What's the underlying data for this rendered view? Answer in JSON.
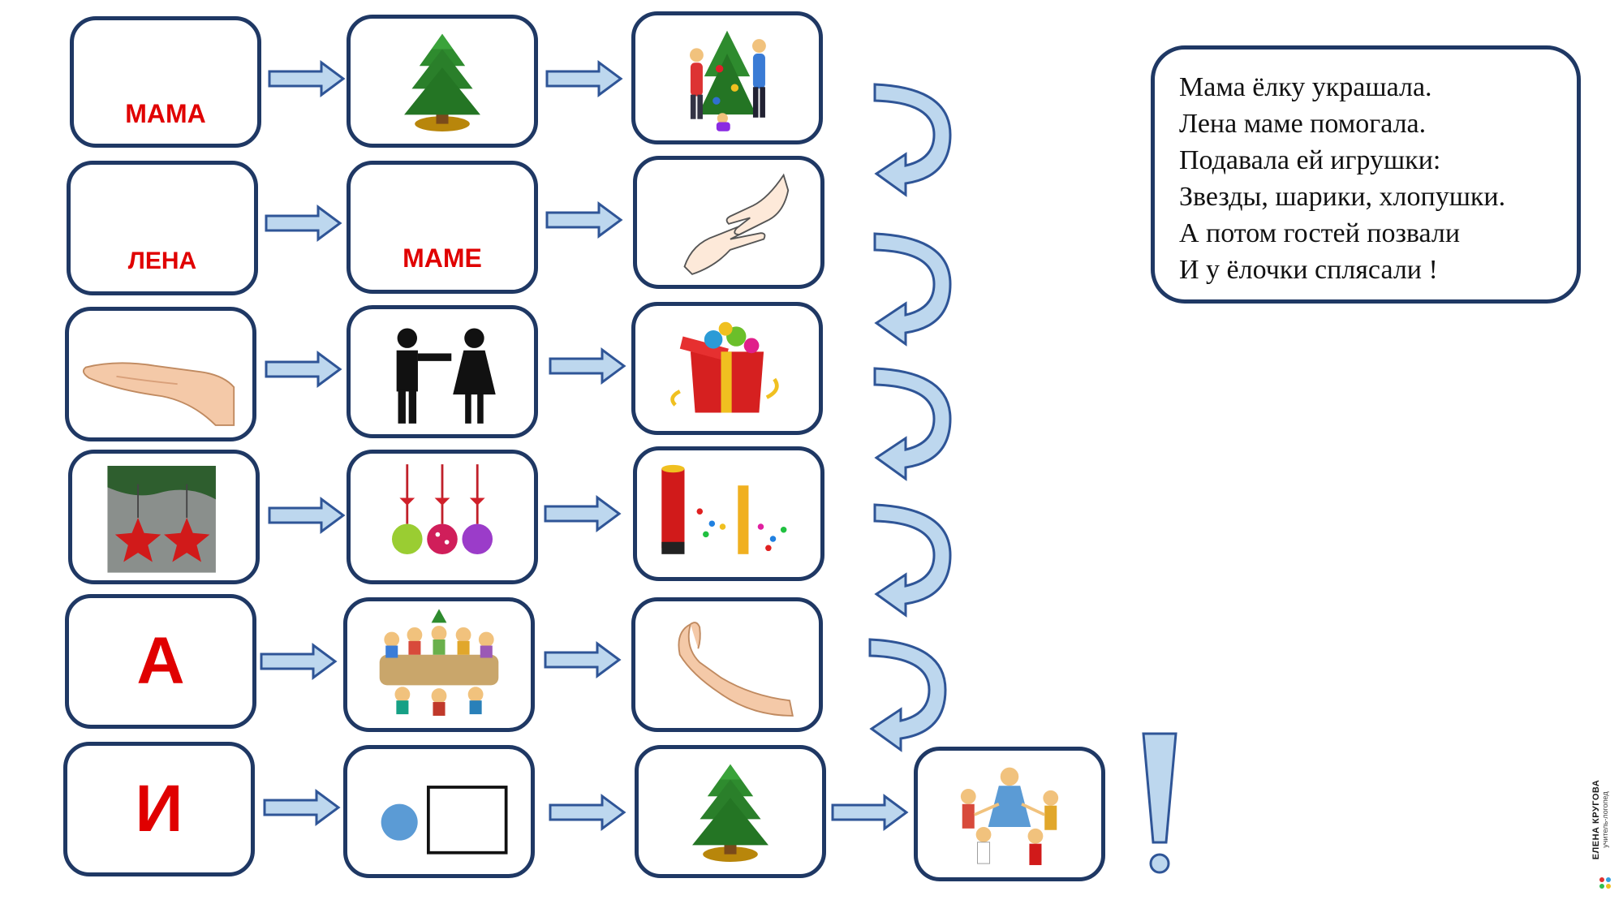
{
  "poem": {
    "lines": [
      "Мама ёлку украшала.",
      "Лена маме помогала.",
      "Подавала ей игрушки:",
      "Звезды, шарики, хлопушки.",
      "А потом гостей позвали",
      "И у ёлочки сплясали !"
    ]
  },
  "cards": {
    "r1c1": "МАМА",
    "r2c1": "ЛЕНА",
    "r2c2": "МАМЕ",
    "r5c1": "А",
    "r6c1": "И"
  },
  "pictures": {
    "r1c2": "christmas-tree",
    "r1c3": "family-decorating-tree",
    "r2c3": "hands-passing",
    "r3c1": "open-palm-hand",
    "r3c2": "person-pointing-to-woman",
    "r3c3": "gift-box-with-ornaments",
    "r4c1": "red-star-ornaments",
    "r4c2": "christmas-balls",
    "r4c3": "party-poppers",
    "r5c2": "guests-at-table",
    "r5c3": "beckoning-hand",
    "r6c2": "circle-and-square",
    "r6c3": "christmas-tree",
    "r6c4": "children-dancing"
  },
  "mark": "!",
  "credit": {
    "name": "ЕЛЕНА КРУГОВА",
    "sub": "учитель-логопед"
  },
  "colors": {
    "border": "#1f3864",
    "word": "#e00000",
    "arrow_fill": "#bdd7ee",
    "arrow_stroke": "#2f5597"
  }
}
